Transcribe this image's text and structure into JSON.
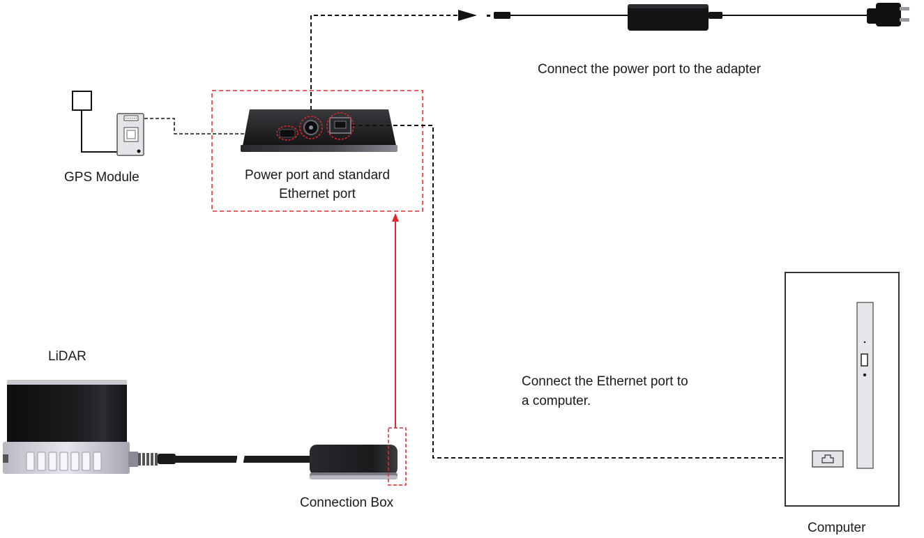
{
  "labels": {
    "power_adapter_caption": "Connect the power port to the adapter",
    "gps_module": "GPS Module",
    "ports_caption_line1": "Power port and standard",
    "ports_caption_line2": "Ethernet port",
    "lidar": "LiDAR",
    "ethernet_caption_line1": "Connect the Ethernet port to",
    "ethernet_caption_line2": "a computer.",
    "connection_box": "Connection Box",
    "computer": "Computer"
  },
  "colors": {
    "highlight": "#e8262a",
    "line": "#111111",
    "device_body": "#1c1c1f"
  }
}
